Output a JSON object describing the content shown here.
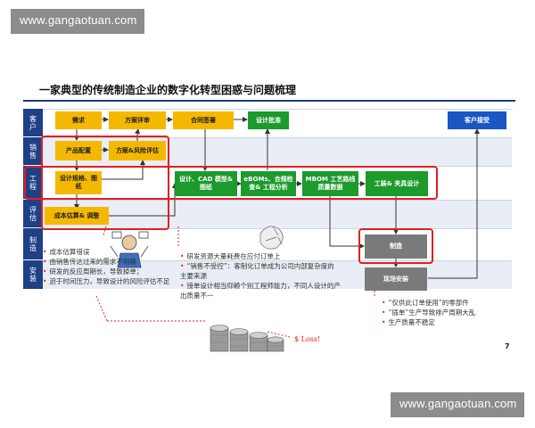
{
  "watermark_top": "www.gangaotuan.com",
  "watermark_bottom": "www.gangaotuan.com",
  "title": "一家典型的传统制造企业的数字化转型困惑与问题梳理",
  "lanes": [
    "客户",
    "销售",
    "工程",
    "评估",
    "制造",
    "安装"
  ],
  "boxes": {
    "demand": "需求",
    "scheme_review": "方案评审",
    "contract_sign": "合同签署",
    "design_approval": "设计批准",
    "customer_accept": "客户接受",
    "product_config": "产品配置",
    "scheme_risk": "方案&风险评估",
    "design_spec": "设计规格、图纸",
    "cost_estimate": "成本估算& 调整",
    "design_cad": "设计、CAD 模型& 图纸",
    "eboms": "eBOMs、合规检查& 工程分析",
    "mbom": "MBOM 工艺路线质量数据",
    "tooling": "工装& 夹具设计",
    "manufacturing": "制造",
    "onsite_install": "现场安装"
  },
  "notes_left": [
    "成本估算错误",
    "由销售传达过来的需求不明确",
    "研发的反应周期长，导致掉单；",
    "迫于时间压力，导致设计的风险评估不足"
  ],
  "notes_mid": [
    "研发资源大量耗费在应付订单上",
    "“销售不受控”：客制化订单成为公司内部复杂度的主要来源",
    "接单设计相当仰赖个别工程师能力，不同人设计的产出质量不一"
  ],
  "notes_right": [
    "“仅供此订单使用”的零部件",
    "“插单”生产导致排产周期大乱",
    "生产质量不稳定"
  ],
  "loss_label": "$ Loss!",
  "page_number": "7",
  "colors": {
    "yellow": "#f5b800",
    "green": "#1c9a2c",
    "blue": "#1a56c4",
    "gray": "#7a7a7a",
    "red": "#e02020",
    "navy": "#1f3f86"
  }
}
